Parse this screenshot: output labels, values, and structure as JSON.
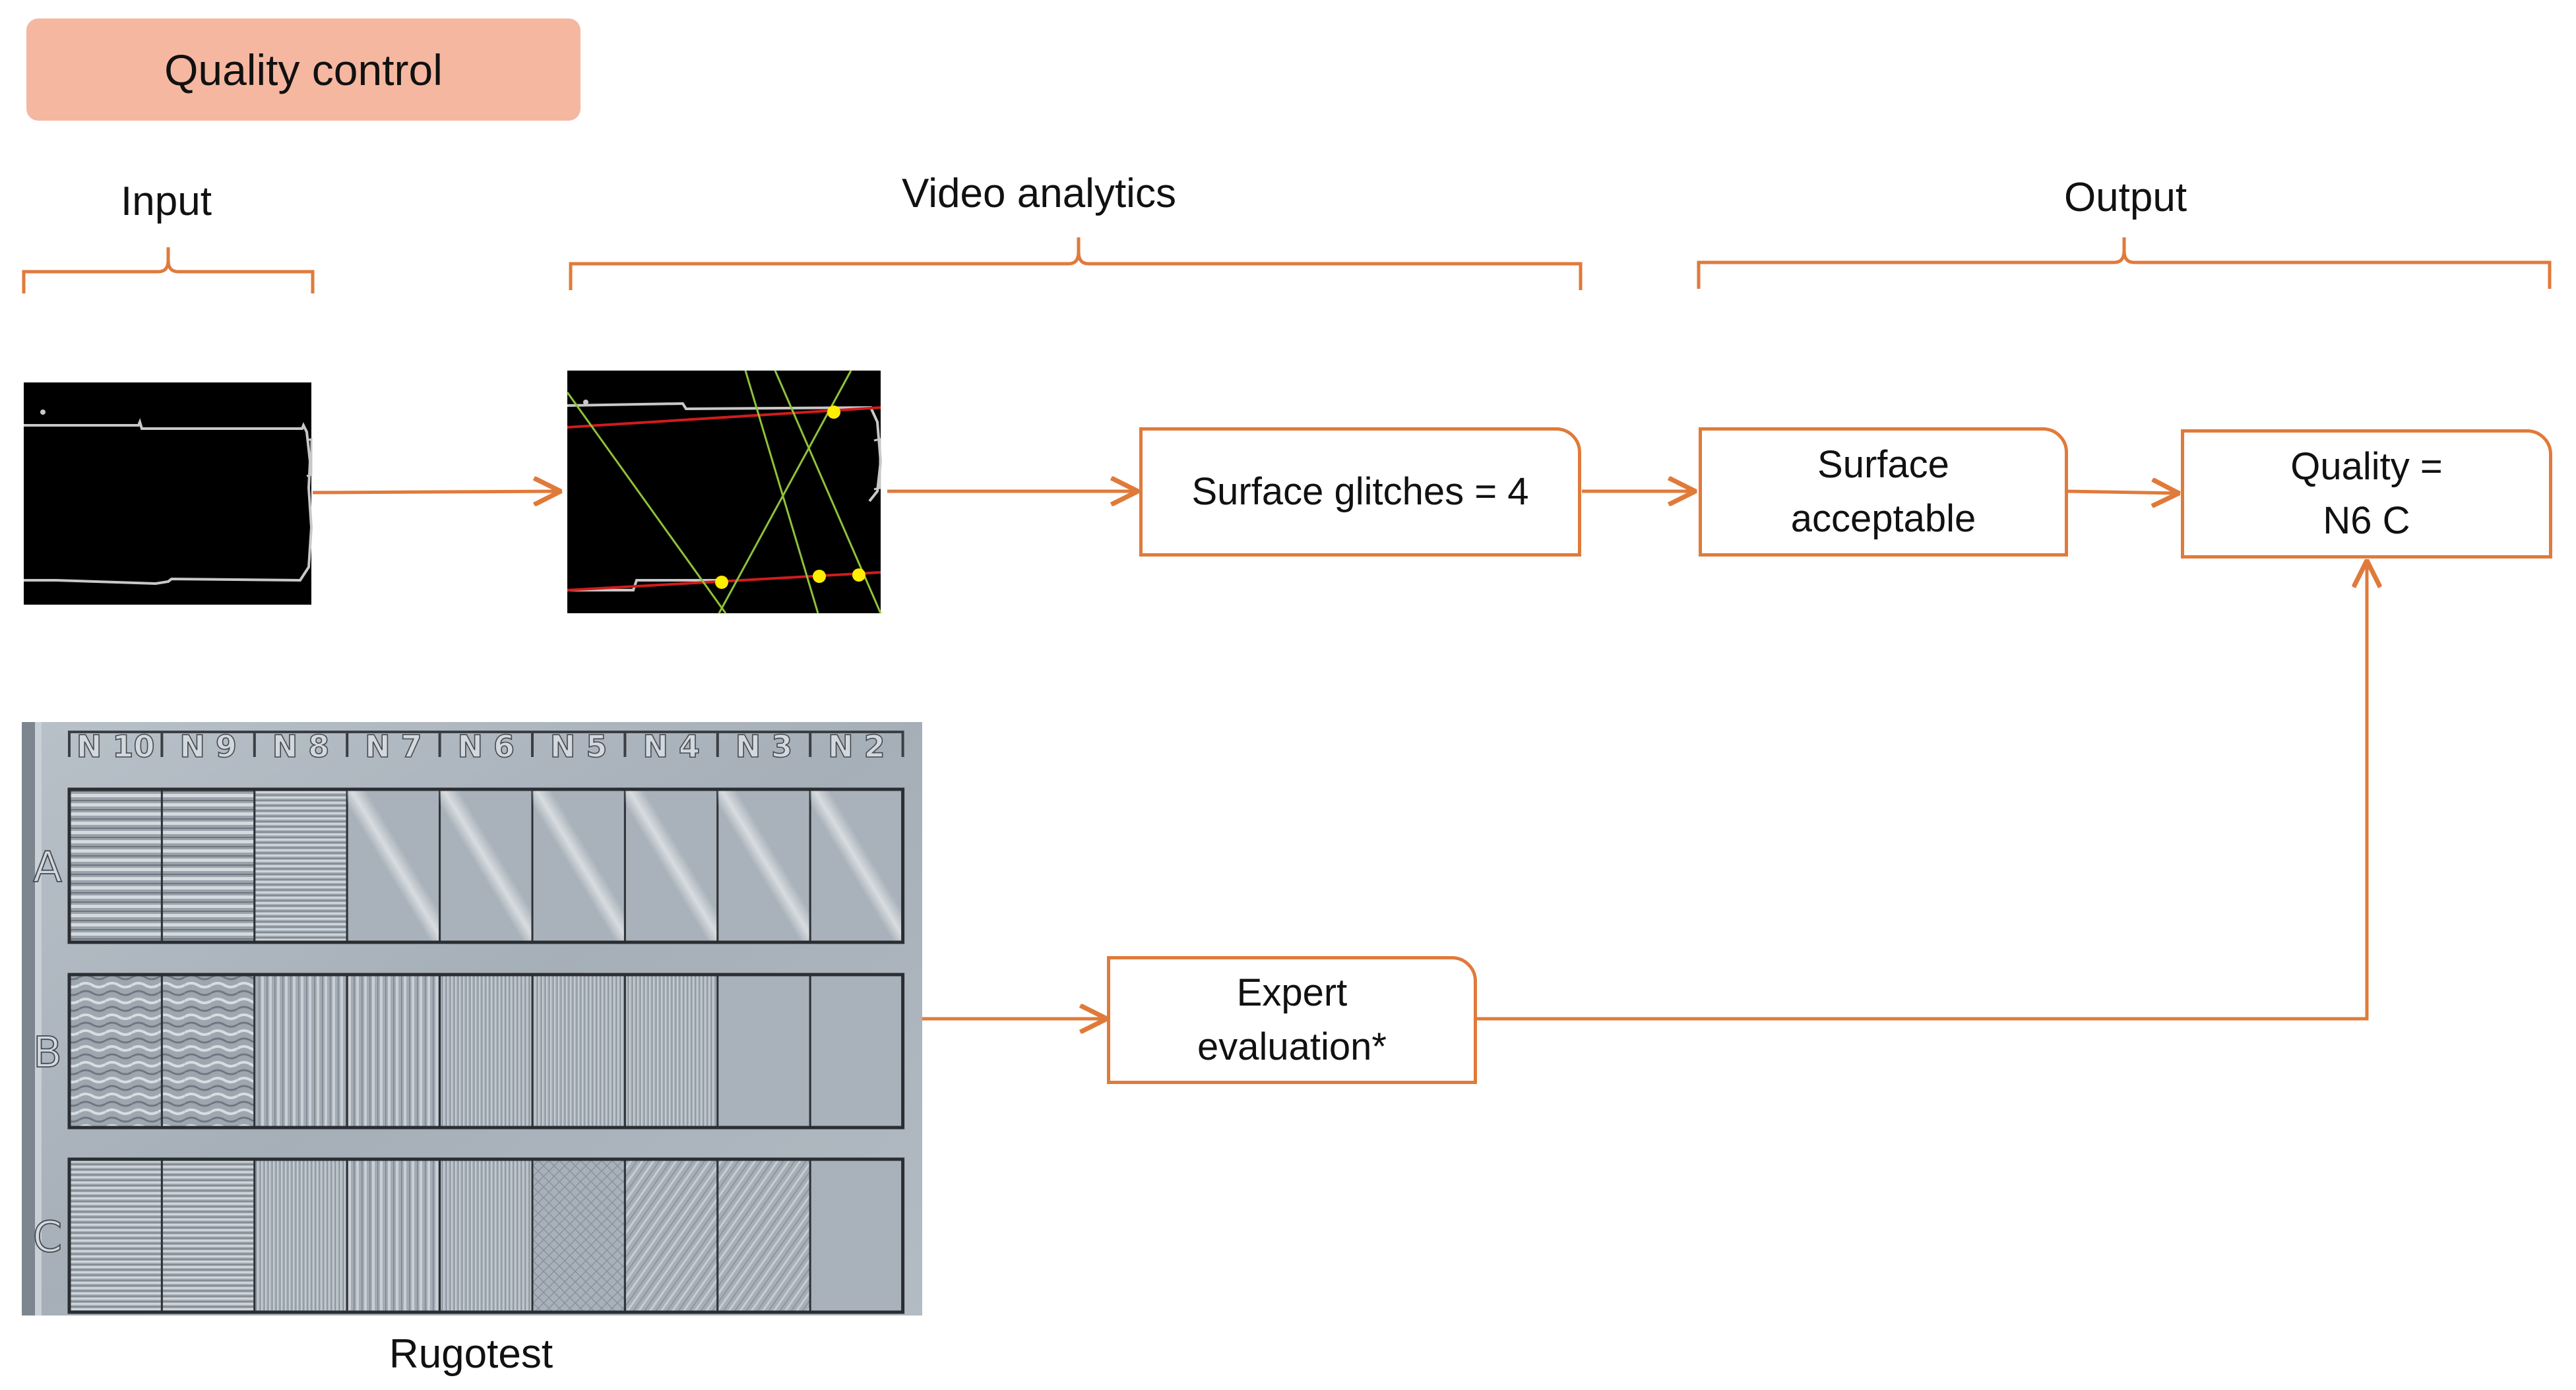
{
  "title": "Quality control",
  "stages": {
    "input": "Input",
    "analytics": "Video analytics",
    "output": "Output"
  },
  "nodes": {
    "glitches": "Surface glitches = 4",
    "acceptable_line1": "Surface",
    "acceptable_line2": "acceptable",
    "quality_line1": "Quality =",
    "quality_line2": "N6 C",
    "expert_line1": "Expert",
    "expert_line2": "evaluation*"
  },
  "rugotest": {
    "caption": "Rugotest",
    "columns": [
      "N 10",
      "N 9",
      "N 8",
      "N 7",
      "N 6",
      "N 5",
      "N 4",
      "N 3",
      "N 2"
    ],
    "rows": [
      "A",
      "B",
      "C"
    ]
  },
  "colors": {
    "accent": "#e07a3a",
    "title_fill": "#f5b7a0",
    "edge_line": "#c8c8c8",
    "red_line": "#d01c1c",
    "green_line": "#8fc23a",
    "marker": "#ffee00"
  }
}
